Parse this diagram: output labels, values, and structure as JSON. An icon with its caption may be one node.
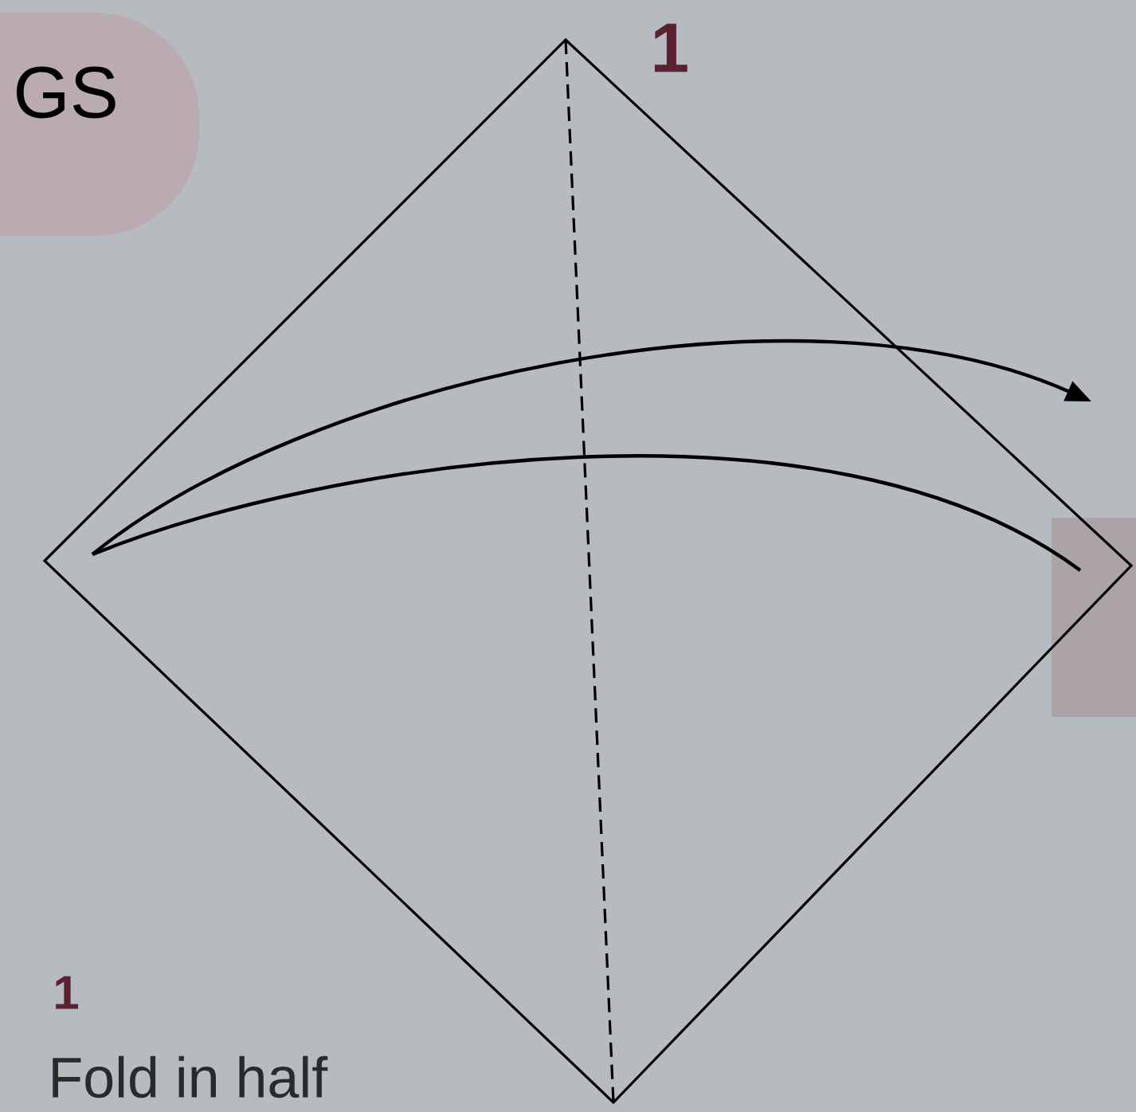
{
  "diagram": {
    "labels": [
      "GS",
      "1",
      "1",
      "Fold in half"
    ]
  }
}
